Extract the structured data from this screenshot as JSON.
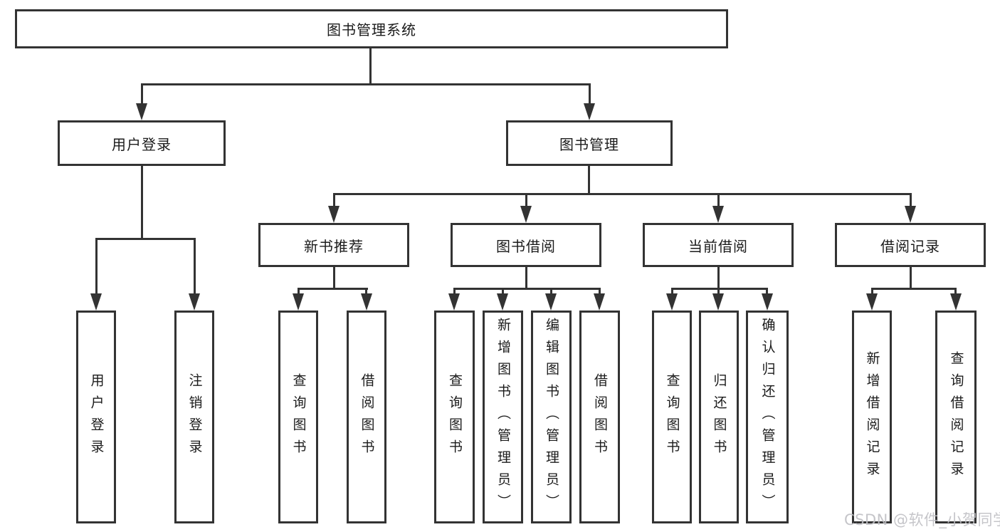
{
  "colors": {
    "line": "#333333",
    "text": "#1b1b1b",
    "background": "#ffffff",
    "watermark": "#bfbfc4"
  },
  "nodes": {
    "root": {
      "label": "图书管理系统"
    },
    "user_login": {
      "label": "用户登录"
    },
    "book_mgmt": {
      "label": "图书管理"
    },
    "new_book_rec": {
      "label": "新书推荐"
    },
    "book_borrow": {
      "label": "图书借阅"
    },
    "current_borrow": {
      "label": "当前借阅"
    },
    "borrow_record": {
      "label": "借阅记录"
    },
    "leaf_user_login": {
      "label": "用户登录"
    },
    "leaf_logout": {
      "label": "注销登录"
    },
    "rec_query_book": {
      "label": "查询图书"
    },
    "rec_borrow_book": {
      "label": "借阅图书"
    },
    "bb_query_book": {
      "label": "查询图书"
    },
    "bb_add_book": {
      "label": "新增图书（管理员）"
    },
    "bb_edit_book": {
      "label": "编辑图书（管理员）"
    },
    "bb_borrow_book": {
      "label": "借阅图书"
    },
    "cb_query_book": {
      "label": "查询图书"
    },
    "cb_return_book": {
      "label": "归还图书"
    },
    "cb_confirm_return": {
      "label": "确认归还（管理员）"
    },
    "br_add_record": {
      "label": "新增借阅记录"
    },
    "br_query_record": {
      "label": "查询借阅记录"
    }
  },
  "watermark": {
    "text": "CSDN @软件_小贺同学"
  }
}
